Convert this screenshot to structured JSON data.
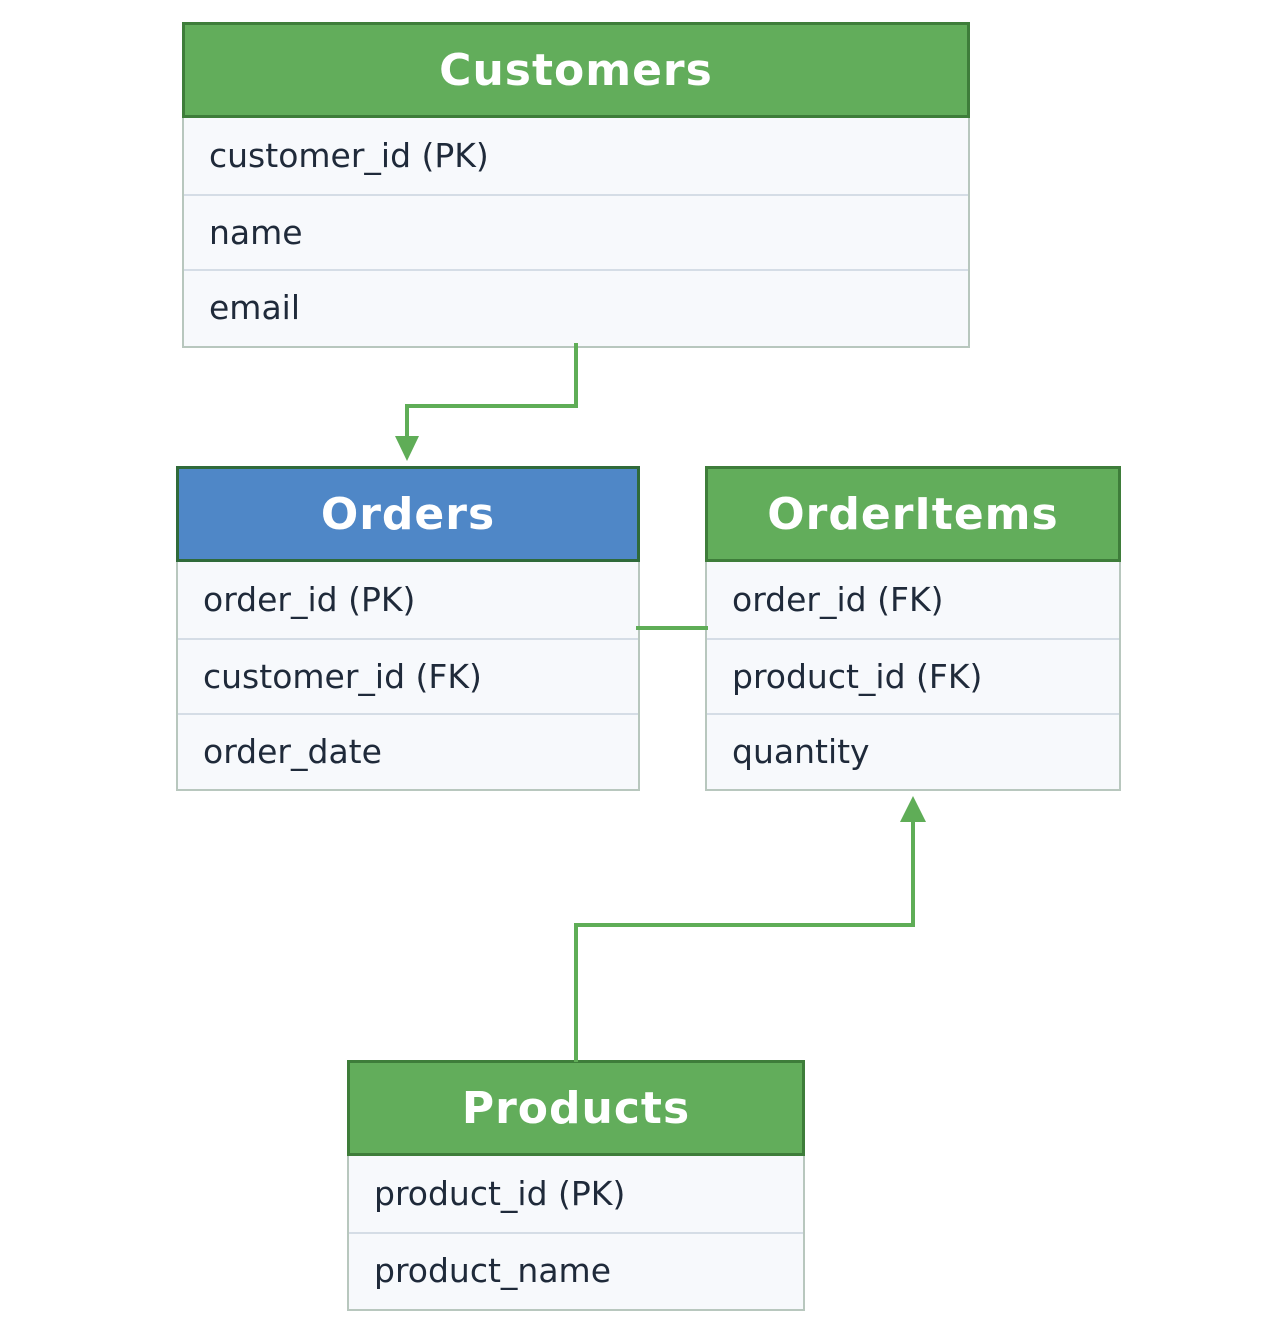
{
  "colors": {
    "header_green": "#62ad5b",
    "header_blue": "#4f87c7",
    "connector": "#5fad57",
    "field_background": "#f7f9fc",
    "field_text": "#1f2a3a"
  },
  "entities": {
    "customers": {
      "title": "Customers",
      "fields": [
        "customer_id (PK)",
        "name",
        "email"
      ]
    },
    "orders": {
      "title": "Orders",
      "fields": [
        "order_id (PK)",
        "customer_id (FK)",
        "order_date"
      ]
    },
    "orderitems": {
      "title": "OrderItems",
      "fields": [
        "order_id (FK)",
        "product_id (FK)",
        "quantity"
      ]
    },
    "products": {
      "title": "Products",
      "fields": [
        "product_id (PK)",
        "product_name"
      ]
    }
  }
}
